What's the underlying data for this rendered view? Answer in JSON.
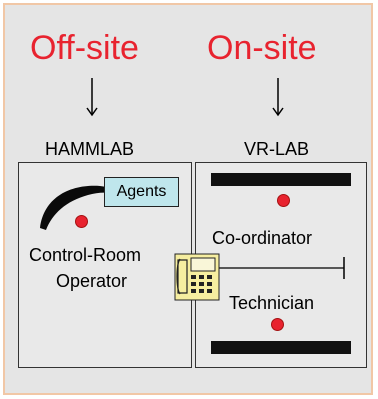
{
  "locations": {
    "offsite_label": "Off-site",
    "onsite_label": "On-site"
  },
  "rooms": {
    "left_name": "HAMMLAB",
    "right_name": "VR-LAB"
  },
  "left_room": {
    "agents_label": "Agents",
    "operator_line1": "Control-Room",
    "operator_line2": "Operator"
  },
  "right_room": {
    "coordinator_label": "Co-ordinator",
    "technician_label": "Technician"
  },
  "colors": {
    "accent_red": "#e8232f",
    "panel_bg": "#e5e5e5",
    "agents_fill": "#bfe6ec",
    "phone_fill": "#f6eea0"
  },
  "icons": [
    "arrow-down-icon",
    "person-dot-icon",
    "telephone-icon",
    "operator-desk-icon"
  ]
}
